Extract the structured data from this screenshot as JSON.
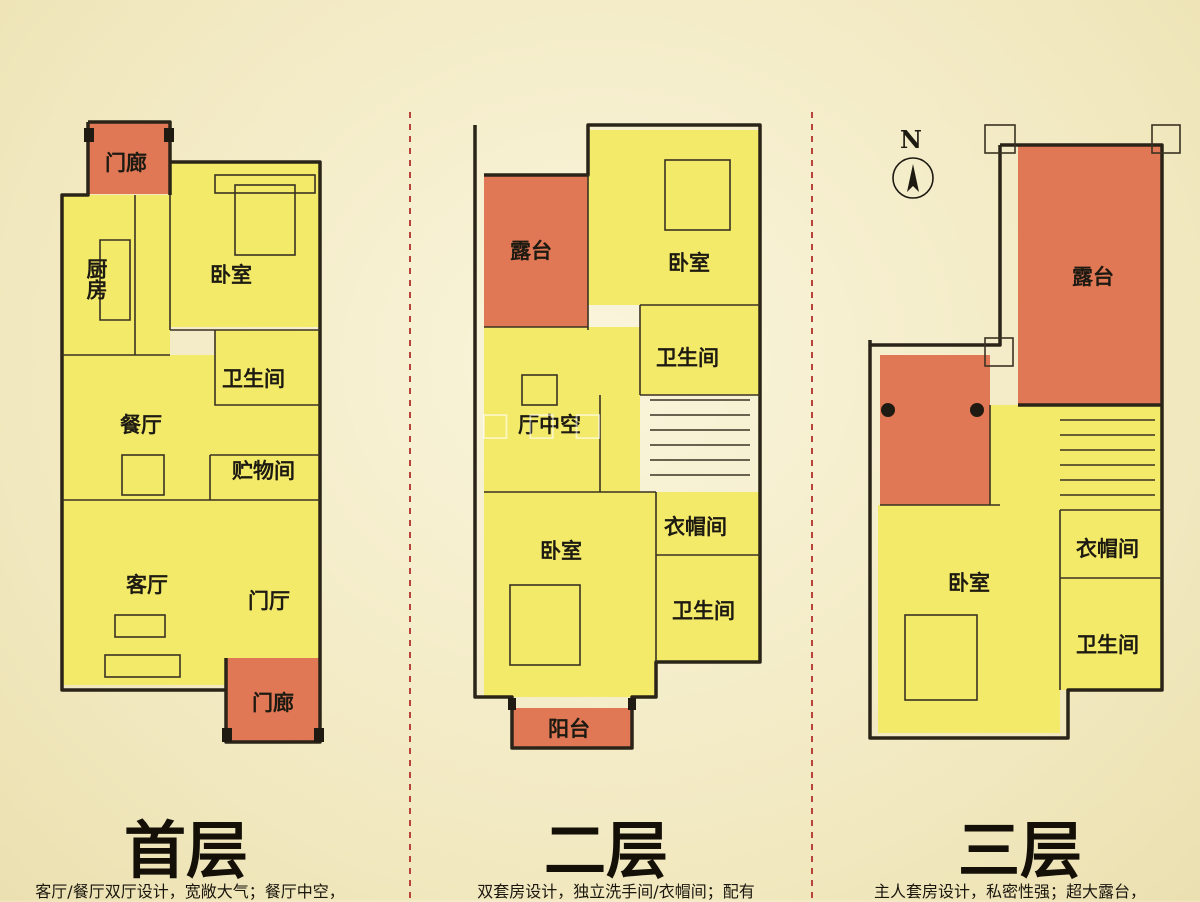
{
  "floors": [
    {
      "title": "首层",
      "description": "客厅/餐厅双厅设计，宽敞大气；餐厅中空，",
      "rooms": {
        "porch_top": "门廊",
        "kitchen": "厨房",
        "bedroom": "卧室",
        "bathroom": "卫生间",
        "dining": "餐厅",
        "storage": "贮物间",
        "living": "客厅",
        "foyer": "门厅",
        "porch_bottom": "门廊"
      }
    },
    {
      "title": "二层",
      "description": "双套房设计，独立洗手间/衣帽间；配有",
      "rooms": {
        "terrace": "露台",
        "bedroom_top": "卧室",
        "bathroom_top": "卫生间",
        "void": "厅中空",
        "bedroom_bottom": "卧室",
        "closet": "衣帽间",
        "bathroom_bottom": "卫生间",
        "balcony": "阳台"
      }
    },
    {
      "title": "三层",
      "description": "主人套房设计，私密性强；超大露台，",
      "rooms": {
        "terrace": "露台",
        "bedroom": "卧室",
        "closet": "衣帽间",
        "bathroom": "卫生间"
      }
    }
  ],
  "compass": {
    "label": "N"
  },
  "colors": {
    "room": "#f3ea6a",
    "terrace": "#e07755",
    "separator": "#b8433a"
  }
}
